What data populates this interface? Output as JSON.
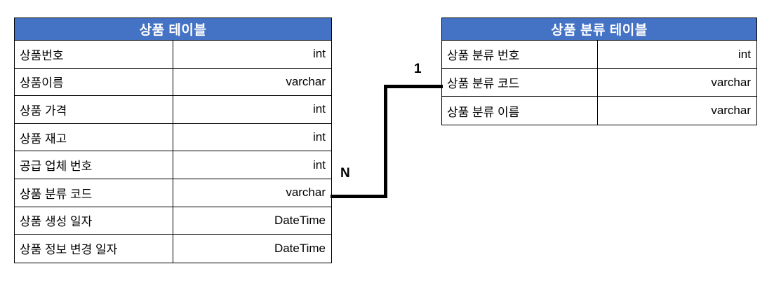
{
  "diagram": {
    "type": "er-diagram",
    "title": "",
    "colors": {
      "header_background": "#4472C4",
      "header_text": "#FFFFFF",
      "border": "#000000",
      "cell_background": "#FFFFFF",
      "connector": "#000000"
    },
    "entities": [
      {
        "id": "product",
        "name": "상품 테이블",
        "columns": [
          {
            "name": "상품번호",
            "type": "int"
          },
          {
            "name": "상품이름",
            "type": "varchar"
          },
          {
            "name": "상품 가격",
            "type": "int"
          },
          {
            "name": "상품 재고",
            "type": "int"
          },
          {
            "name": "공급 업체 번호",
            "type": "int"
          },
          {
            "name": "상품 분류 코드",
            "type": "varchar"
          },
          {
            "name": "상품 생성 일자",
            "type": "DateTime"
          },
          {
            "name": "상품 정보 변경 일자",
            "type": "DateTime"
          }
        ]
      },
      {
        "id": "category",
        "name": "상품 분류 테이블",
        "columns": [
          {
            "name": "상품 분류 번호",
            "type": "int"
          },
          {
            "name": "상품 분류 코드",
            "type": "varchar"
          },
          {
            "name": "상품 분류 이름",
            "type": "varchar"
          }
        ]
      }
    ],
    "relationship": {
      "from_entity": "product",
      "from_column": "상품 분류 코드",
      "to_entity": "category",
      "to_column": "상품 분류 코드",
      "from_cardinality": "N",
      "to_cardinality": "1"
    }
  }
}
